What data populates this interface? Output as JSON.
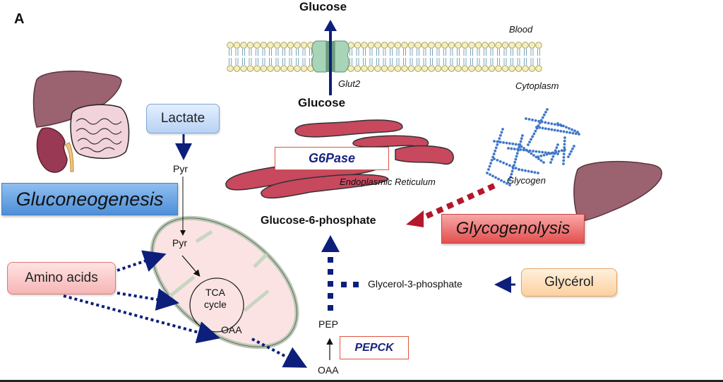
{
  "panel_label": "A",
  "membrane": {
    "glucose_top": "Glucose",
    "glucose_bottom": "Glucose",
    "blood_label": "Blood",
    "cytoplasm_label": "Cytoplasm",
    "transporter_label": "Glut2"
  },
  "er": {
    "enzyme_label": "G6Pase",
    "organelle_label": "Endoplasmic Reticulum"
  },
  "g6p_label": "Glucose-6-phosphate",
  "gluconeogenesis": {
    "title": "Gluconeogenesis",
    "lactate": "Lactate",
    "pyr_cytosol": "Pyr",
    "pyr_mito": "Pyr",
    "tca_line1": "TCA",
    "tca_line2": "cycle",
    "oaa_mito": "OAA",
    "oaa_cytosol": "OAA",
    "pep": "PEP",
    "pepck": "PEPCK",
    "amino_acids": "Amino acids",
    "glycerol3p": "Glycerol-3-phosphate",
    "glycerol": "Glycérol"
  },
  "glycogenolysis": {
    "title": "Glycogenolysis",
    "glycogen_label": "Glycogen"
  },
  "colors": {
    "arrow_blue": "#0d1f7a",
    "arrow_red": "#b3182b",
    "enzyme_text": "#1a237e",
    "enzyme_border": "#e0553f",
    "liver": "#9b6270",
    "er_fill": "#c8485e",
    "mito_fill": "#fbe3e3",
    "mito_border": "#c7d6c2",
    "glycogen": "#3f76c9",
    "membrane_head": "#f5efb8",
    "glut2": "#a8d4b7"
  }
}
